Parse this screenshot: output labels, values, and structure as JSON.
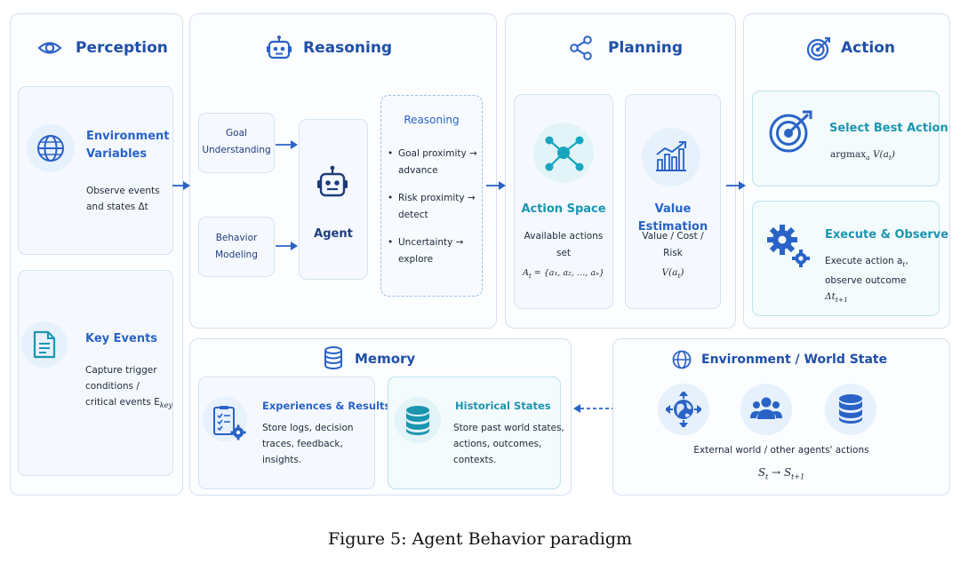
{
  "perception": {
    "title": "Perception",
    "env_head_1": "Environment",
    "env_head_2": "Variables",
    "env_desc_1": "Observe events",
    "env_desc_2": "and states Δt",
    "key_head": "Key Events",
    "key_desc_1": "Capture trigger",
    "key_desc_2": "conditions /",
    "key_desc_3": "critical events E",
    "key_sub": "key"
  },
  "reasoning": {
    "title": "Reasoning",
    "goal_1": "Goal",
    "goal_2": "Understanding",
    "behavior_1": "Behavior",
    "behavior_2": "Modeling",
    "agent": "Agent",
    "box_title": "Reasoning",
    "bullets": [
      [
        "Goal proximity →",
        "advance"
      ],
      [
        "Risk proximity →",
        "detect"
      ],
      [
        "Uncertainty →",
        "explore"
      ]
    ]
  },
  "planning": {
    "title": "Planning",
    "action_space_head": "Action Space",
    "action_space_desc_1": "Available actions",
    "action_space_desc_2": "set",
    "action_space_math": "A",
    "action_space_math_sub": "t",
    "action_space_math_rest": " = {a₁, a₂, …, aₙ}",
    "value_head": "Value Estimation",
    "value_desc_1": "Value / Cost /",
    "value_desc_2": "Risk",
    "value_math": "V(a",
    "value_math_sub": "t",
    "value_math_end": ")"
  },
  "action": {
    "title": "Action",
    "select_head": "Select Best Action",
    "select_math_1": "argmax",
    "select_math_sub": "a",
    "select_math_2": " V(a",
    "select_math_sub2": "t",
    "select_math_3": ")",
    "exec_head": "Execute & Observe",
    "exec_desc_1": "Execute action a",
    "exec_desc_1_sub": "t",
    "exec_desc_1_end": ",",
    "exec_desc_2": "observe outcome",
    "exec_math": "Δt",
    "exec_math_sub": "t+1"
  },
  "memory": {
    "title": "Memory",
    "exp_head": "Experiences & Results",
    "exp_desc_1": "Store logs, decision",
    "exp_desc_2": "traces, feedback,",
    "exp_desc_3": "insights.",
    "hist_head": "Historical States",
    "hist_desc_1": "Store past world states,",
    "hist_desc_2": "actions, outcomes,",
    "hist_desc_3": "contexts."
  },
  "environment": {
    "title": "Environment / World State",
    "desc": "External world / other agents' actions",
    "math_1": "S",
    "math_sub_1": "t",
    "math_2": " → S",
    "math_sub_2": "t+1"
  },
  "caption": "Figure 5: Agent Behavior paradigm",
  "colors": {
    "accent": "#2a63c7",
    "teal": "#1b95b0",
    "border": "#d5e0f0"
  }
}
